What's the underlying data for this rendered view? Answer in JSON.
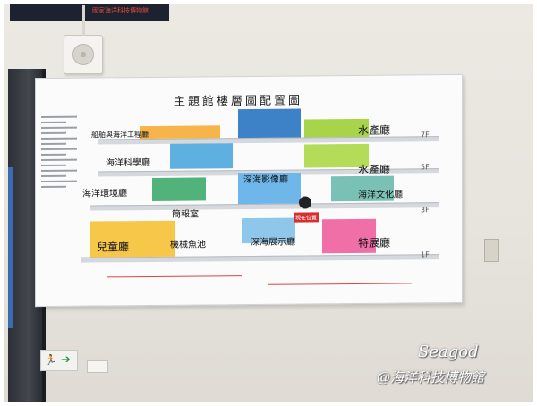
{
  "monitor": {
    "ticker": "國家海洋科技博物館"
  },
  "board": {
    "title": "主題館樓層圖配置圖",
    "floors": [
      "7F",
      "5F",
      "3F",
      "1F"
    ],
    "halls": {
      "ship_engineering": "船舶與海洋工程廳",
      "ocean_science": "海洋科學廳",
      "ocean_environment": "海洋環境廳",
      "reading_room": "簡報室",
      "children": "兒童廳",
      "machine_pool": "機械魚池",
      "deep_sea_imaging": "深海影像廳",
      "deep_sea_exhibit": "深海展示廳",
      "fisheries_7f": "水產廳",
      "fisheries_5f": "水產廳",
      "ocean_culture": "海洋文化廳",
      "special_exhibit": "特展廳"
    },
    "you_are_here": "現在位置"
  },
  "watermark": {
    "line1": "Seagod",
    "line2": "@海洋科技博物館"
  }
}
